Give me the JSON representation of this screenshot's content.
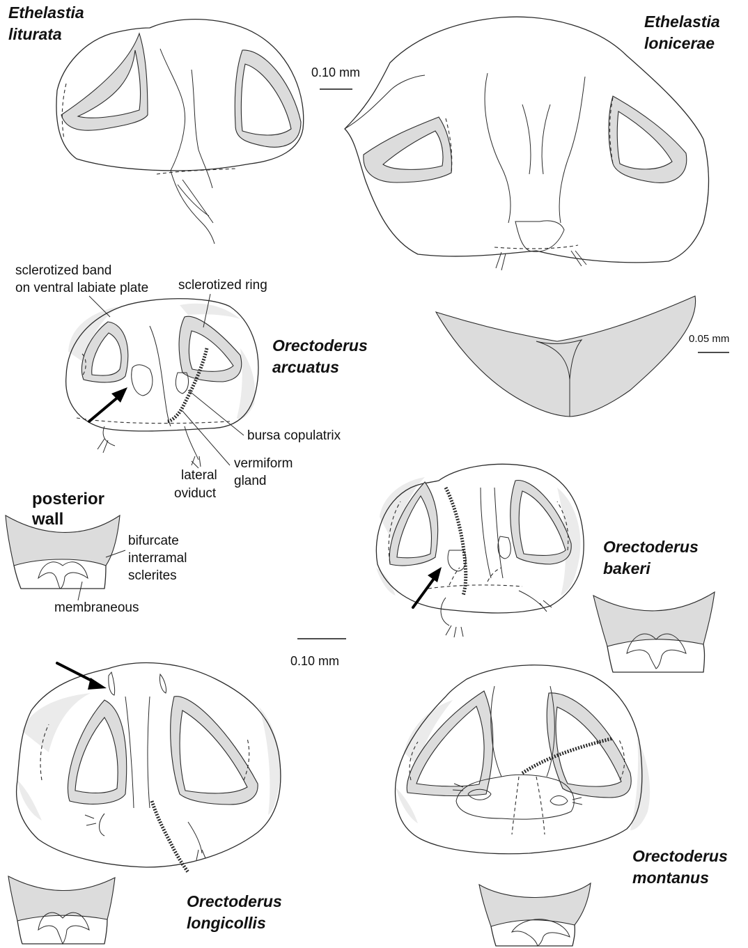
{
  "colors": {
    "band_fill": "#dcdcdc",
    "pale_fill": "#ebebeb",
    "outline": "#2a2a2a",
    "background": "#ffffff"
  },
  "species": {
    "liturata": [
      "Ethelastia",
      "liturata"
    ],
    "lonicerae": [
      "Ethelastia",
      "lonicerae"
    ],
    "arcuatus": [
      "Orectoderus",
      "arcuatus"
    ],
    "bakeri": [
      "Orectoderus",
      "bakeri"
    ],
    "longicollis": [
      "Orectoderus",
      "longicollis"
    ],
    "montanus": [
      "Orectoderus",
      "montanus"
    ]
  },
  "annotations": {
    "sclerotized_band": [
      "sclerotized band",
      "on ventral labiate plate"
    ],
    "sclerotized_ring": "sclerotized ring",
    "bursa_copulatrix": "bursa copulatrix",
    "vermiform_gland": [
      "vermiform",
      "gland"
    ],
    "lateral_oviduct": [
      "lateral",
      "oviduct"
    ],
    "posterior_wall": [
      "posterior",
      "wall"
    ],
    "bifurcate_sclerites": [
      "bifurcate",
      "interramal",
      "sclerites"
    ],
    "membraneous": "membraneous"
  },
  "scale_bars": {
    "top": "0.10 mm",
    "detail": "0.05 mm",
    "middle": "0.10 mm"
  }
}
